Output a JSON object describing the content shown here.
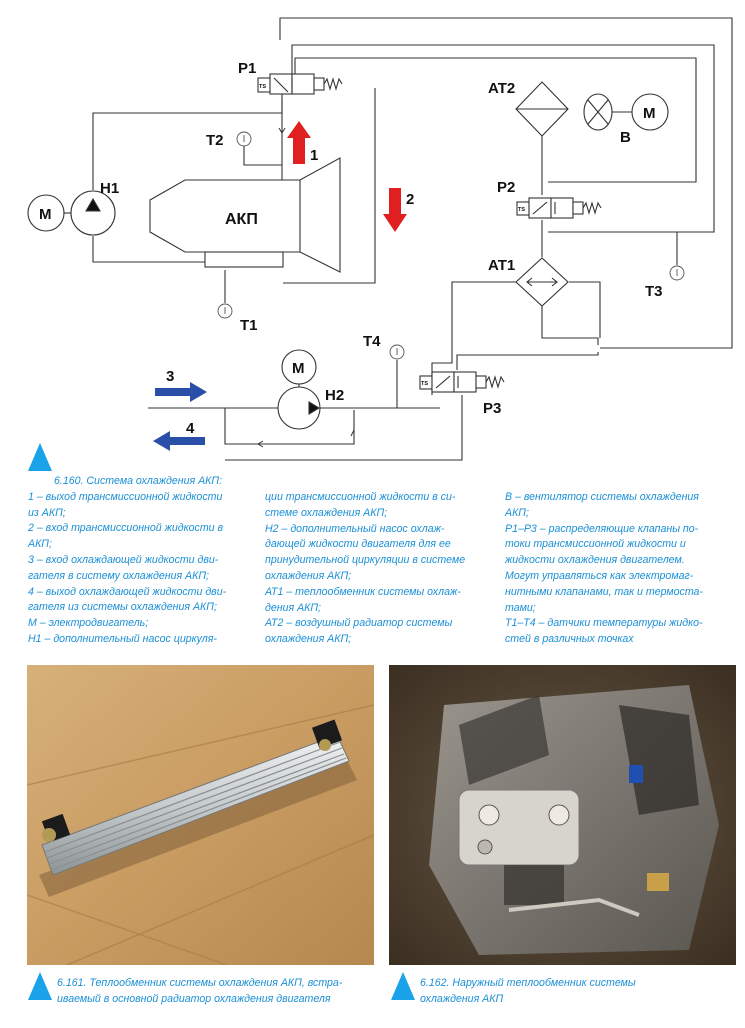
{
  "diagram": {
    "labels": {
      "p1": "P1",
      "p2": "P2",
      "p3": "P3",
      "at1": "AT1",
      "at2": "AT2",
      "t1": "T1",
      "t2": "T2",
      "t3": "T3",
      "t4": "T4",
      "h1": "H1",
      "h2": "H2",
      "m1": "M",
      "m2": "M",
      "m3": "M",
      "b": "B",
      "akp": "АКП",
      "n1": "1",
      "n2": "2",
      "n3": "3",
      "n4": "4",
      "ts1": "TS",
      "ts2": "TS",
      "ts3": "TS"
    }
  },
  "caption_main": {
    "col1": [
      "6.160. Система охлаждения АКП:",
      "1 – выход трансмиссионной жидкости",
      "из АКП;",
      "2 – вход трансмиссионной жидкости в",
      "АКП;",
      "3 – вход охлаждающей жидкости дви-",
      "гателя в систему охлаждения АКП;",
      "4 – выход охлаждающей жидкости дви-",
      "гателя из системы охлаждения АКП;",
      "М – электродвигатель;",
      "Н1 – дополнительный насос циркуля-"
    ],
    "col2": [
      "ции трансмиссионной жидкости в си-",
      "стеме охлаждения АКП;",
      "Н2 – дополнительный насос охлаж-",
      "дающей жидкости двигателя для ее",
      "принудительной циркуляции в системе",
      "охлаждения АКП;",
      "АТ1 – теплообменник системы охлаж-",
      "дения АКП;",
      "АТ2 – воздушный радиатор системы",
      "охлаждения АКП;"
    ],
    "col3": [
      "В – вентилятор системы охлаждения",
      "АКП;",
      "Р1–Р3 – распределяющие клапаны по-",
      "токи трансмиссионной жидкости и",
      "жидкости охлаждения двигателем.",
      "Могут управляться как электромаг-",
      "нитными клапанами, так и термоста-",
      "тами;",
      "Т1–Т4 – датчики температуры жидко-",
      "стей в различных точках"
    ]
  },
  "caption_161": [
    "6.161. Теплообменник системы охлаждения АКП, встра-",
    "иваемый в основной радиатор охлаждения двигателя"
  ],
  "caption_162": [
    "6.162. Наружный теплообменник системы",
    "охлаждения АКП"
  ],
  "colors": {
    "caption": "#1a8fd6",
    "marker": "#1aa3e8",
    "arrow_red": "#e02020",
    "arrow_blue": "#2a4fa8"
  }
}
